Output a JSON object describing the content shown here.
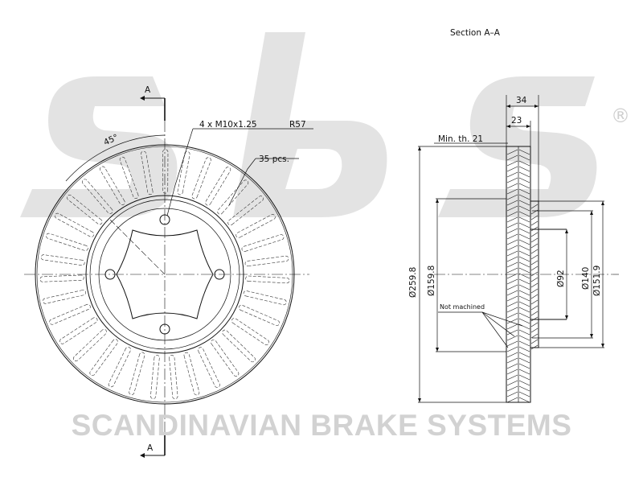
{
  "watermark": {
    "logo_text": "sbs",
    "registered_mark": "®",
    "company": "SCANDINAVIAN BRAKE SYSTEMS"
  },
  "front_view": {
    "section_marker_top": "A",
    "section_marker_bottom": "A",
    "angle": "45°",
    "bolt_spec": "4 x M10x1.25",
    "radius": "R57",
    "vent_count": "35 pcs."
  },
  "section_view": {
    "title": "Section A–A",
    "min_thickness": "Min. th. 21",
    "width_total": "34",
    "width_hat": "23",
    "dia_outer": "Ø259.8",
    "dia_hub": "Ø159.8",
    "dia_center": "Ø92",
    "dia_pcd": "Ø140",
    "dia_hat": "Ø151.9",
    "note": "Not machined"
  },
  "colors": {
    "line": "#111111",
    "watermark": "#d2d2d2",
    "vent": "#333333"
  }
}
